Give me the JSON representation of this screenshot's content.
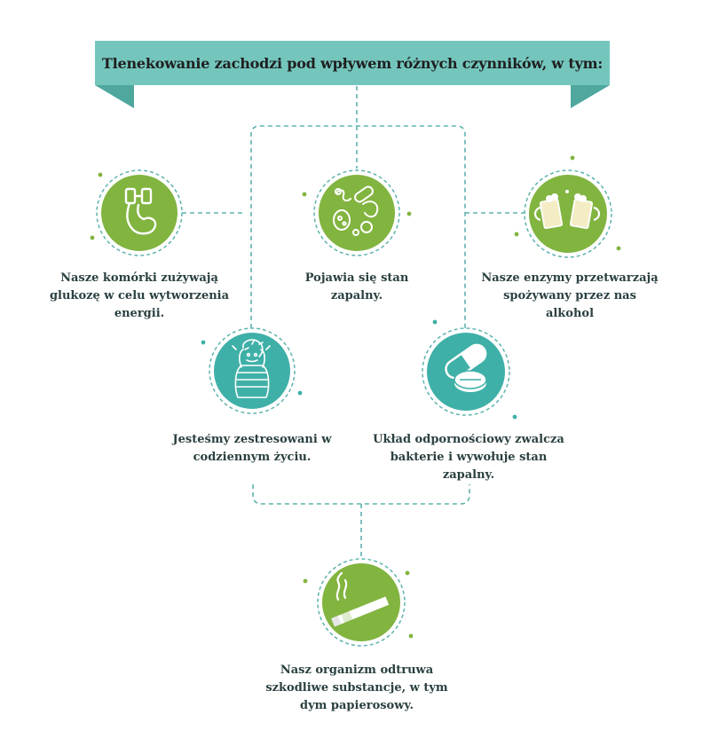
{
  "banner": {
    "title": "Tlenekowanie zachodzi pod wpływem różnych czynników, w tym:"
  },
  "colors": {
    "banner": "#74c6bd",
    "banner_fold": "#4fa79e",
    "green": "#82b440",
    "teal": "#3fb0a8",
    "dashed": "#5fb3ad",
    "text": "#2b4040"
  },
  "factors": [
    {
      "id": "energy",
      "icon": "dumbbell-arm-icon",
      "label": "Nasze komórki zużywają glukozę w celu wytworzenia energii."
    },
    {
      "id": "inflammation",
      "icon": "bacteria-icon",
      "label": "Pojawia się stan zapalny."
    },
    {
      "id": "alcohol",
      "icon": "beer-mugs-icon",
      "label": "Nasze enzymy przetwarzają spożywany przez nas alkohol"
    },
    {
      "id": "stress",
      "icon": "stressed-person-icon",
      "label": "Jesteśmy zestresowani w codziennym życiu."
    },
    {
      "id": "immune",
      "icon": "pills-icon",
      "label": "Układ odpornościowy zwalcza bakterie i wywołuje stan zapalny."
    },
    {
      "id": "smoke",
      "icon": "cigarette-icon",
      "label": "Nasz organizm odtruwa szkodliwe substancje, w tym dym papierosowy."
    }
  ]
}
